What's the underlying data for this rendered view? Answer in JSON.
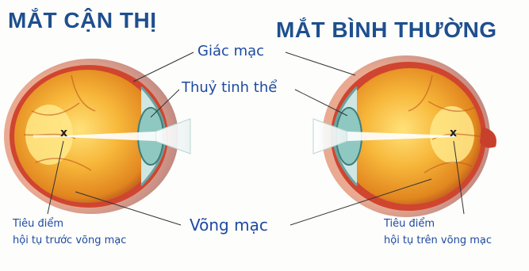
{
  "titles": {
    "left": "MẮT CẬN THỊ",
    "right": "MẮT BÌNH THƯỜNG"
  },
  "labels": {
    "cornea": "Giác mạc",
    "lens": "Thuỷ tinh thể",
    "retina": "Võng mạc"
  },
  "notes": {
    "left_line1": "Tiêu điểm",
    "left_line2": "hội tụ trước võng mạc",
    "right_line1": "Tiêu điểm",
    "right_line2": "hội tụ trên võng mạc"
  },
  "focus_marker": "x",
  "colors": {
    "title": "#1e4f8f",
    "label": "#1d4aa0",
    "eyeball": "#f1a72a",
    "sclera_shadow": "#b7412a",
    "lens": "#8fc8c0"
  }
}
